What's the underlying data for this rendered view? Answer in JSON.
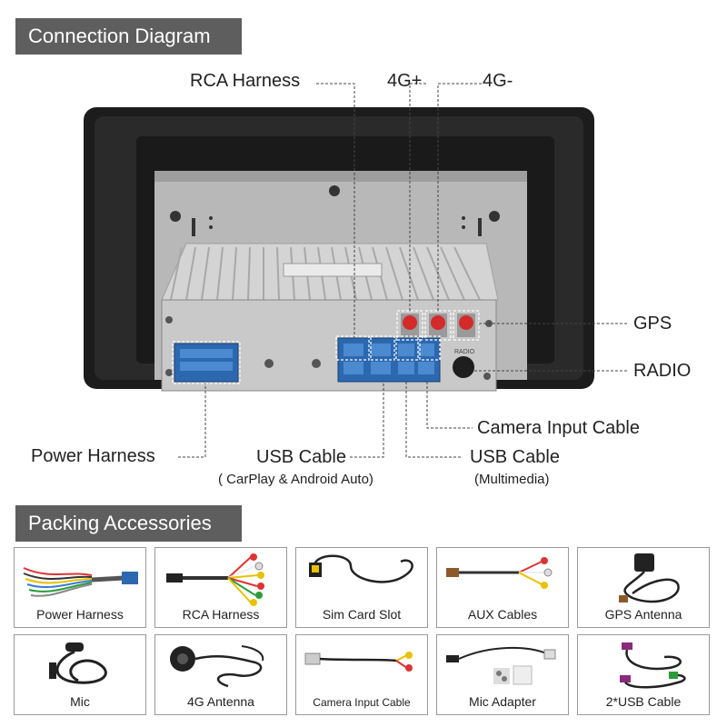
{
  "headers": {
    "connection": "Connection Diagram",
    "packing": "Packing Accessories"
  },
  "diagram": {
    "rca_harness": "RCA Harness",
    "antenna_pos": "4G+",
    "antenna_neg": "4G-",
    "gps": "GPS",
    "radio": "RADIO",
    "camera_input": "Camera Input Cable",
    "power_harness": "Power Harness",
    "usb_cable_carplay": "USB Cable",
    "usb_carplay_note": "( CarPlay & Android Auto)",
    "usb_cable_multimedia": "USB Cable",
    "usb_multimedia_note": "(Multimedia)",
    "radio_port_text": "RADIO"
  },
  "accessories": [
    {
      "label": "Power Harness",
      "icon": "power-harness-icon"
    },
    {
      "label": "RCA Harness",
      "icon": "rca-harness-icon"
    },
    {
      "label": "Sim Card Slot",
      "icon": "sim-card-slot-icon"
    },
    {
      "label": "AUX Cables",
      "icon": "aux-cables-icon"
    },
    {
      "label": "GPS Antenna",
      "icon": "gps-antenna-icon"
    },
    {
      "label": "Mic",
      "icon": "mic-icon"
    },
    {
      "label": "4G Antenna",
      "icon": "4g-antenna-icon"
    },
    {
      "label": "Camera Input Cable",
      "icon": "camera-input-cable-icon"
    },
    {
      "label": "Mic Adapter",
      "icon": "mic-adapter-icon"
    },
    {
      "label": "2*USB Cable",
      "icon": "usb-cable-icon"
    }
  ]
}
